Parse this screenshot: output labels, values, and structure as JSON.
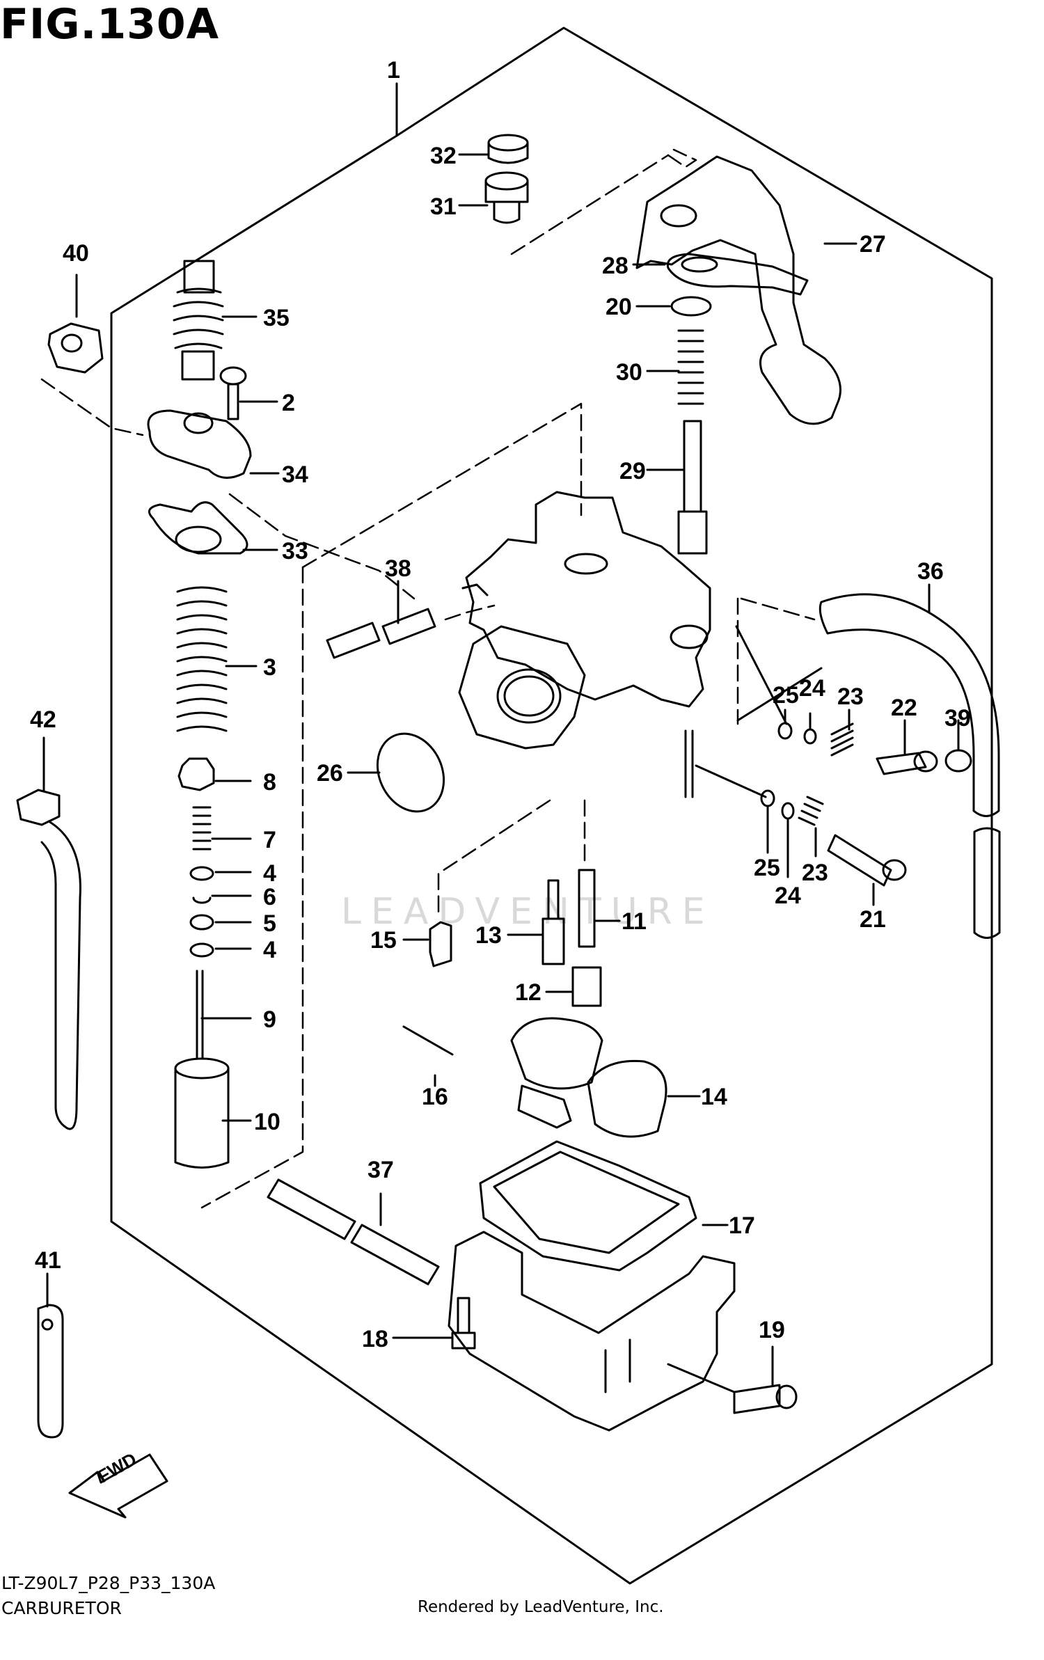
{
  "figure": {
    "title": "FIG.130A",
    "reference_code": "LT-Z90L7_P28_P33_130A",
    "caption": "CARBURETOR",
    "rendered_by": "Rendered by LeadVenture, Inc.",
    "watermark": "LEADVENTURE",
    "fwd_label": "FWD"
  },
  "callouts": {
    "c1": "1",
    "c2": "2",
    "c3": "3",
    "c4a": "4",
    "c4b": "4",
    "c5": "5",
    "c6": "6",
    "c7": "7",
    "c8": "8",
    "c9": "9",
    "c10": "10",
    "c11": "11",
    "c12": "12",
    "c13": "13",
    "c14": "14",
    "c15": "15",
    "c16": "16",
    "c17": "17",
    "c18": "18",
    "c19": "19",
    "c20": "20",
    "c21": "21",
    "c22": "22",
    "c23a": "23",
    "c23b": "23",
    "c24a": "24",
    "c24b": "24",
    "c25a": "25",
    "c25b": "25",
    "c26": "26",
    "c27": "27",
    "c28": "28",
    "c29": "29",
    "c30": "30",
    "c31": "31",
    "c32": "32",
    "c33": "33",
    "c34": "34",
    "c35": "35",
    "c36": "36",
    "c37": "37",
    "c38": "38",
    "c39": "39",
    "c40": "40",
    "c41": "41",
    "c42": "42"
  }
}
